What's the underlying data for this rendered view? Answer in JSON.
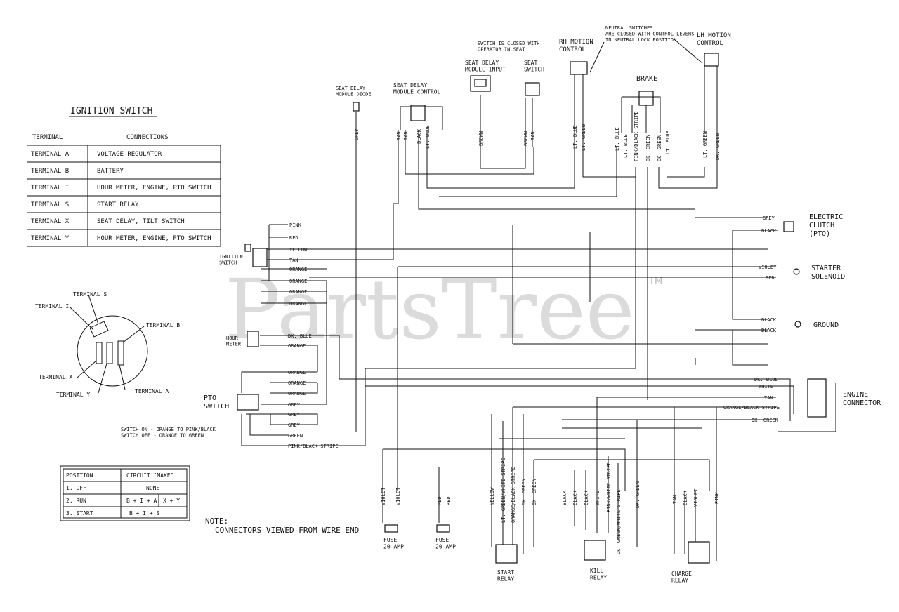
{
  "watermark": {
    "text": "PartsTree",
    "trademark": "TM"
  },
  "ignition_table": {
    "title": "IGNITION SWITCH",
    "col_terminal": "TERMINAL",
    "col_connections": "CONNECTIONS",
    "rows": [
      {
        "terminal": "TERMINAL A",
        "connection": "VOLTAGE REGULATOR"
      },
      {
        "terminal": "TERMINAL B",
        "connection": "BATTERY"
      },
      {
        "terminal": "TERMINAL I",
        "connection": "HOUR METER, ENGINE, PTO SWITCH"
      },
      {
        "terminal": "TERMINAL S",
        "connection": "START RELAY"
      },
      {
        "terminal": "TERMINAL X",
        "connection": "SEAT DELAY, TILT SWITCH"
      },
      {
        "terminal": "TERMINAL Y",
        "connection": "HOUR METER, ENGINE, PTO SWITCH"
      }
    ]
  },
  "switch_face": {
    "terminal_s": "TERMINAL S",
    "terminal_i": "TERMINAL I",
    "terminal_b": "TERMINAL B",
    "terminal_x": "TERMINAL X",
    "terminal_y": "TERMINAL Y",
    "terminal_a": "TERMINAL A"
  },
  "position_table": {
    "h_position": "POSITION",
    "h_circuit": "CIRCUIT \"MAKE\"",
    "r1_pos": "1. OFF",
    "r1_circ": "NONE",
    "r2_pos": "2. RUN",
    "r2_circ_a": "B + I + A",
    "r2_circ_b": "X + Y",
    "r3_pos": "3. START",
    "r3_circ": "B + I + S"
  },
  "note": {
    "label": "NOTE:",
    "text": "CONNECTORS VIEWED FROM WIRE END"
  },
  "components": {
    "seat_delay_diode": "SEAT DELAY\nMODULE DIODE",
    "seat_delay_control": "SEAT DELAY\nMODULE CONTROL",
    "seat_delay_input": "SEAT DELAY\nMODULE INPUT",
    "seat_switch_note": "SWITCH IS CLOSED WITH\nOPERATOR IN SEAT",
    "seat_switch": "SEAT\nSWITCH",
    "rh_motion": "RH MOTION\nCONTROL",
    "neutral_note": "NEUTRAL SWITCHES\nARE CLOSED WITH CONTROL LEVERS\nIN NEUTRAL LOCK POSITION",
    "lh_motion": "LH MOTION\nCONTROL",
    "brake": "BRAKE",
    "ignition_switch": "IGNITION\nSWITCH",
    "hour_meter": "HOUR\nMETER",
    "pto_switch": "PTO\nSWITCH",
    "pto_note": "SWITCH ON - ORANGE TO PINK/BLACK\nSWITCH OFF - ORANGE TO GREEN",
    "electric_clutch": "ELECTRIC\nCLUTCH\n(PTO)",
    "starter_solenoid": "STARTER\nSOLENOID",
    "ground": "GROUND",
    "engine_connector": "ENGINE\nCONNECTOR",
    "fuse1": "FUSE\n20 AMP",
    "fuse2": "FUSE\n20 AMP",
    "start_relay": "START\nRELAY",
    "kill_relay": "KILL\nRELAY",
    "charge_relay": "CHARGE\nRELAY"
  },
  "wire_labels": {
    "grey_diode": "GREY",
    "ctrl_tan1": "TAN",
    "ctrl_tan2": "TAN",
    "ctrl_black": "BLACK",
    "ctrl_ltblue": "LT. BLUE",
    "input_brown": "BROWN",
    "seat_brown": "BROWN",
    "seat_tan": "TAN",
    "rh_ltblue": "LT. BLUE",
    "rh_ltgreen": "LT. GREEN",
    "brk_ltblue1": "LT. BLUE",
    "brk_ltblue2": "LT. BLUE",
    "brk_pinkblack": "PINK/BLACK STRIPE",
    "brk_dkgreen1": "DK. GREEN",
    "brk_dkgreen2": "DK. GREEN",
    "brk_ltblue3": "LT. BLUE",
    "lh_ltgreen": "LT. GREEN",
    "lh_dkgreen": "DK. GREEN",
    "ign_pink": "PINK",
    "ign_red": "RED",
    "ign_yellow": "YELLOW",
    "ign_tan": "TAN",
    "ign_orange1": "ORANGE",
    "ign_orange2": "ORANGE",
    "ign_orange3": "ORANGE",
    "ign_orange4": "ORANGE",
    "hm_dkblue": "DK. BLUE",
    "hm_orange": "ORANGE",
    "pto_orange1": "ORANGE",
    "pto_orange2": "ORANGE",
    "pto_orange3": "ORANGE",
    "pto_grey1": "GREY",
    "pto_grey2": "GREY",
    "pto_grey3": "GREY",
    "pto_green": "GREEN",
    "pto_pinkblack": "PINK/BLACK STRIPE",
    "cl_grey": "GREY",
    "cl_black": "BLACK",
    "ss_violet": "VIOLET",
    "ss_red": "RED",
    "gnd_black1": "BLACK",
    "gnd_black2": "BLACK",
    "ec_dkblue": "DK. BLUE",
    "ec_white": "WHITE",
    "ec_tan": "TAN",
    "ec_orangeblack": "ORANGE/BLACK STRIPE",
    "ec_dkgreen": "DK. GREEN",
    "f1_violet1": "VIOLET",
    "f1_violet2": "VIOLET",
    "f2_red1": "RED",
    "f2_red2": "RED",
    "sr_yellow": "YELLOW",
    "sr_ltgreen": "LT. GREEN/WHITE STRIPE",
    "sr_orange": "ORANGE/BLACK STRIPE",
    "sr_dkgreen1": "DK. GREEN",
    "sr_dkgreen2": "DK. GREEN",
    "kr_black1": "BLACK",
    "kr_black2": "BLACK",
    "kr_black3": "BLACK",
    "kr_white": "WHITE",
    "kr_pinkwhite": "PINK/WHITE STRIPE",
    "kr_dkgreen": "DK. GREEN",
    "kr_green_white": "DK. GREEN/WHITE STRIPE",
    "cr_tan": "TAN",
    "cr_black": "BLACK",
    "cr_violet": "VIOLET",
    "cr_pink": "PINK"
  }
}
